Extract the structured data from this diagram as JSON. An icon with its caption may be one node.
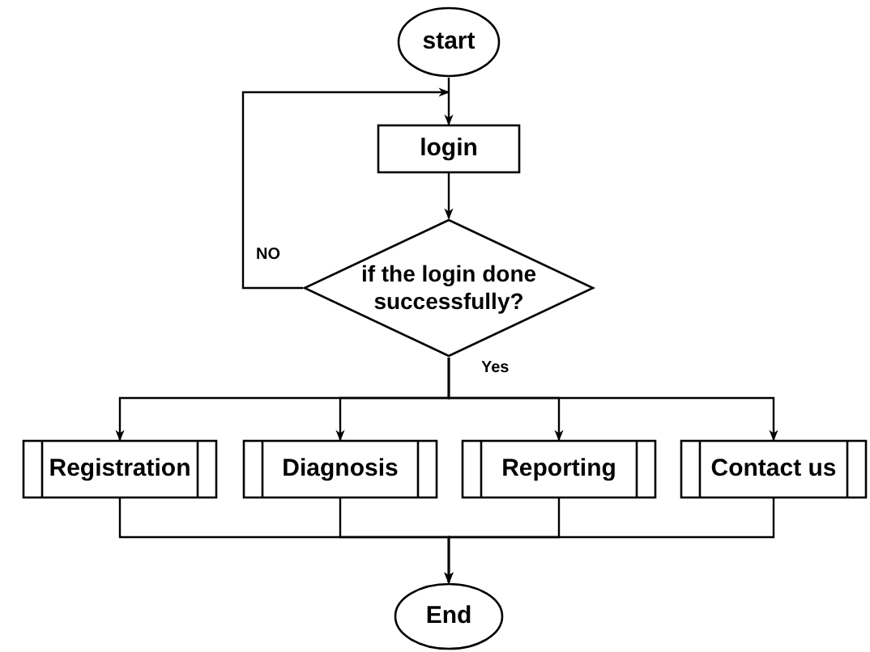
{
  "diagram": {
    "nodes": [
      {
        "text": [
          "start"
        ]
      },
      {
        "text": [
          "login"
        ]
      },
      {
        "text": [
          "if the login done successfully?"
        ]
      },
      {
        "text": [
          "Registration"
        ]
      },
      {
        "text": [
          "Diagnosis"
        ]
      },
      {
        "text": [
          "Reporting"
        ]
      },
      {
        "text": [
          "Contact us"
        ]
      },
      {
        "text": [
          "End"
        ]
      }
    ],
    "edges": [
      {
        "from": 0,
        "to": 1,
        "arrow": "to"
      },
      {
        "from": 1,
        "to": 2,
        "arrow": "to"
      },
      {
        "from": 2,
        "to": 1,
        "arrow": "to",
        "label": "NO"
      },
      {
        "from": 2,
        "to": 3,
        "arrow": "to",
        "label": "Yes"
      },
      {
        "from": 2,
        "to": 4,
        "arrow": "to"
      },
      {
        "from": 2,
        "to": 5,
        "arrow": "to"
      },
      {
        "from": 2,
        "to": 6,
        "arrow": "to"
      },
      {
        "from": 3,
        "to": 7,
        "arrow": "to"
      },
      {
        "from": 4,
        "to": 7,
        "arrow": "to"
      },
      {
        "from": 5,
        "to": 7,
        "arrow": "to"
      },
      {
        "from": 6,
        "to": 7,
        "arrow": "to"
      }
    ]
  }
}
